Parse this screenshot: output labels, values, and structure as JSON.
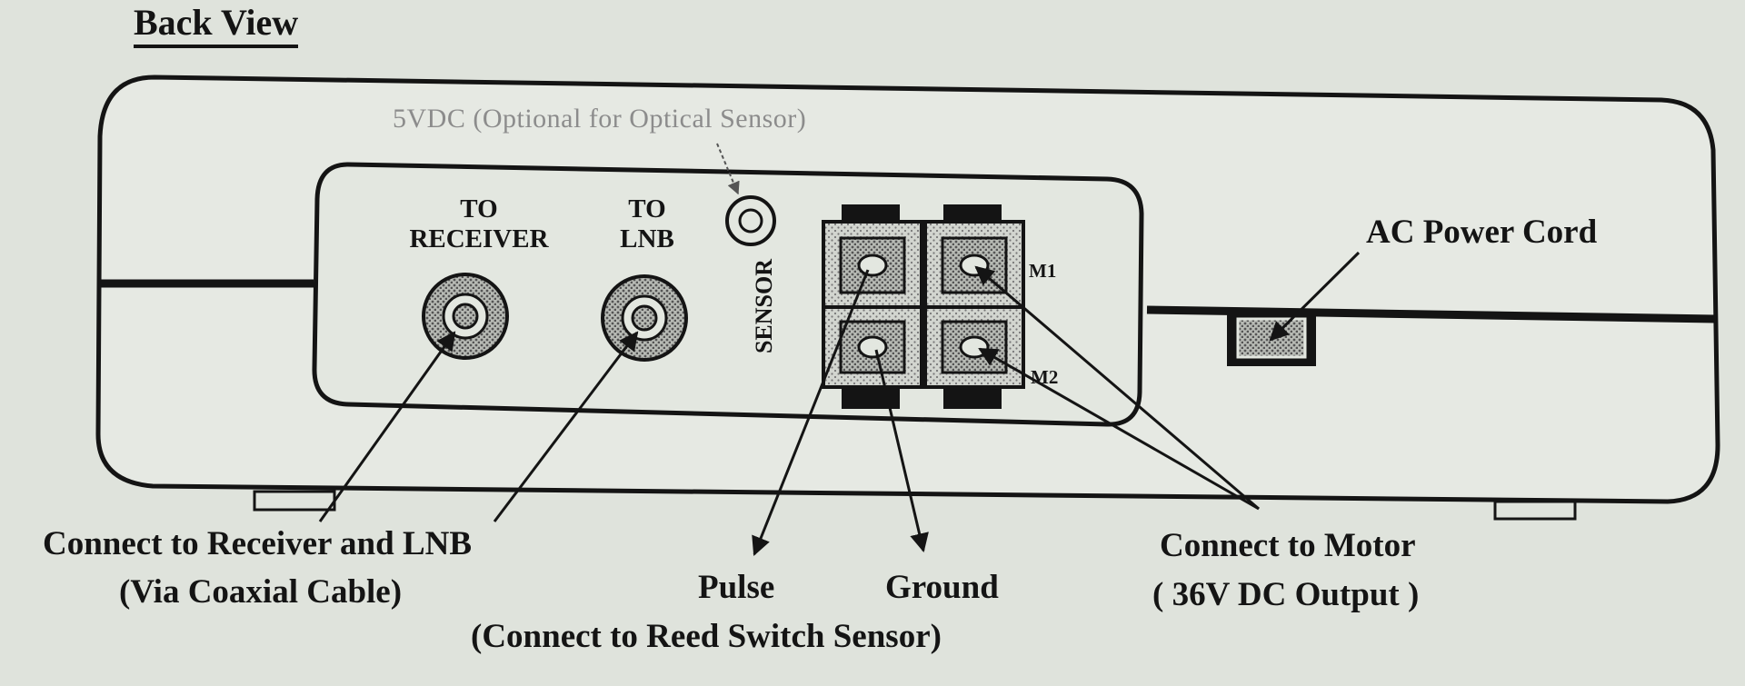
{
  "title": "Back View",
  "optional_label": "5VDC (Optional for Optical Sensor)",
  "ports": {
    "to_receiver": [
      "TO",
      "RECEIVER"
    ],
    "to_lnb": [
      "TO",
      "LNB"
    ],
    "sensor": "SENSOR",
    "m1": "M1",
    "m2": "M2"
  },
  "ac_power": "AC Power Cord",
  "captions": {
    "receiver_lnb": "Connect to Receiver and LNB",
    "coax": "(Via Coaxial Cable)",
    "pulse": "Pulse",
    "ground": "Ground",
    "reed": "(Connect to Reed Switch Sensor)",
    "motor": "Connect to Motor",
    "dc_output": "( 36V DC Output )"
  },
  "colors": {
    "ink": "#141414",
    "paper": "#dfe3dc",
    "panel_inner": "#e3e7e0",
    "connector_fill": "#8e918c",
    "faint_text": "#8c8c8c"
  },
  "icons": [
    "coax-connector-icon",
    "dc-jack-icon",
    "terminal-block-icon",
    "power-socket-icon"
  ]
}
